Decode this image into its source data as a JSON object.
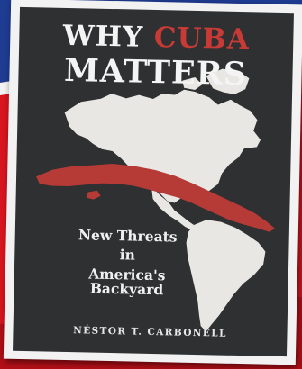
{
  "book": {
    "title_word1": "WHY",
    "title_word2": "CUBA",
    "title_line2": "MATTERS",
    "subtitle_line1": "New Threats",
    "subtitle_line2": "in",
    "subtitle_line3": "America's Backyard",
    "author": "NÉSTOR T. CARBONELL"
  },
  "colors": {
    "flag_red": "#d8161f",
    "flag_blue": "#1f3c93",
    "cover_dark": "#2e3032",
    "map_light": "#e9e7e4",
    "cuba_red": "#b63a36"
  }
}
